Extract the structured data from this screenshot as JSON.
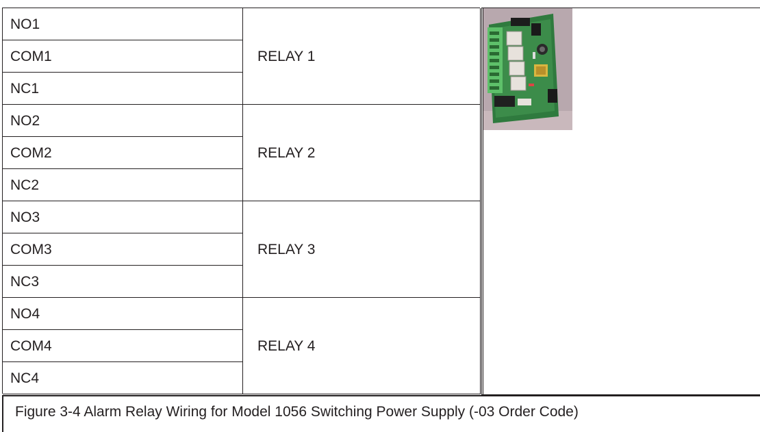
{
  "relays": [
    {
      "terminals": [
        "NO1",
        "COM1",
        "NC1"
      ],
      "label": "RELAY 1"
    },
    {
      "terminals": [
        "NO2",
        "COM2",
        "NC2"
      ],
      "label": "RELAY 2"
    },
    {
      "terminals": [
        "NO3",
        "COM3",
        "NC3"
      ],
      "label": "RELAY 3"
    },
    {
      "terminals": [
        "NO4",
        "COM4",
        "NC4"
      ],
      "label": "RELAY 4"
    }
  ],
  "caption": "Figure 3-4 Alarm Relay Wiring for Model 1056 Switching Power Supply (-03 Order Code)"
}
